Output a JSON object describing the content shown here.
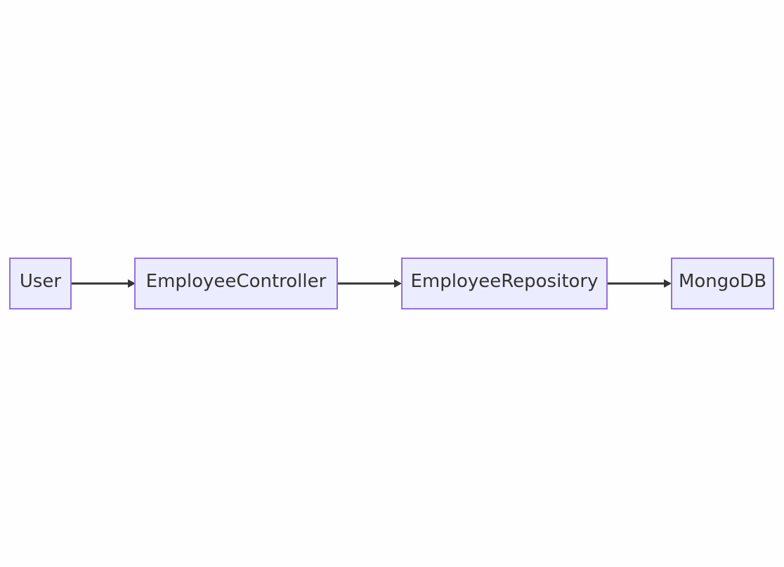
{
  "diagram": {
    "type": "flowchart",
    "direction": "left-to-right",
    "colors": {
      "node_fill": "#ececff",
      "node_border": "#9370db",
      "edge": "#333333",
      "text": "#333333",
      "background": "#fefefe"
    },
    "nodes": {
      "user": {
        "label": "User"
      },
      "controller": {
        "label": "EmployeeController"
      },
      "repository": {
        "label": "EmployeeRepository"
      },
      "db": {
        "label": "MongoDB"
      }
    },
    "edges": [
      {
        "from": "user",
        "to": "controller"
      },
      {
        "from": "controller",
        "to": "repository"
      },
      {
        "from": "repository",
        "to": "db"
      }
    ]
  }
}
